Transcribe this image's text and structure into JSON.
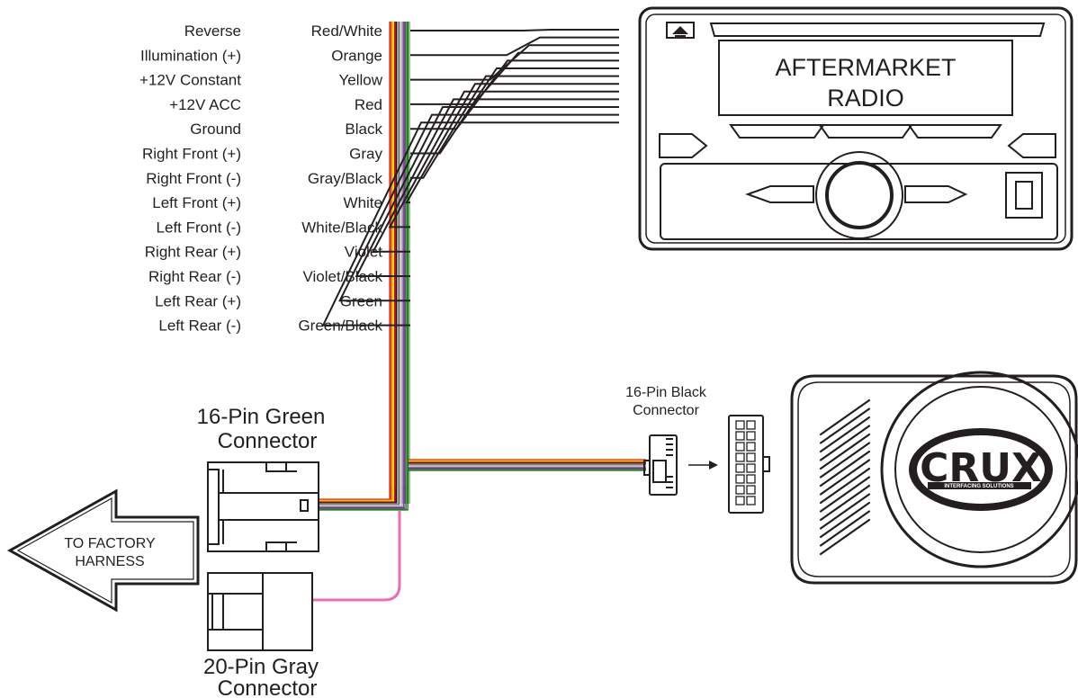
{
  "wires": [
    {
      "function": "Reverse",
      "color_name": "Red/White",
      "hex": "#d62828"
    },
    {
      "function": "Illumination (+)",
      "color_name": "Orange",
      "hex": "#f39200"
    },
    {
      "function": "+12V Constant",
      "color_name": "Yellow",
      "hex": "#f5e000"
    },
    {
      "function": "+12V ACC",
      "color_name": "Red",
      "hex": "#e30613"
    },
    {
      "function": "Ground",
      "color_name": "Black",
      "hex": "#1a1a1a"
    },
    {
      "function": "Right Front (+)",
      "color_name": "Gray",
      "hex": "#9d9d9c"
    },
    {
      "function": "Right Front (-)",
      "color_name": "Gray/Black",
      "hex": "#6f6f6e"
    },
    {
      "function": "Left Front (+)",
      "color_name": "White",
      "hex": "#dadada"
    },
    {
      "function": "Left Front (-)",
      "color_name": "White/Black",
      "hex": "#b0b0b0"
    },
    {
      "function": "Right Rear (+)",
      "color_name": "Violet",
      "hex": "#8e44ad"
    },
    {
      "function": "Right Rear (-)",
      "color_name": "Violet/Black",
      "hex": "#5e2a7a"
    },
    {
      "function": "Left Rear (+)",
      "color_name": "Green",
      "hex": "#3aa935"
    },
    {
      "function": "Left Rear (-)",
      "color_name": "Green/Black",
      "hex": "#1f6b1c"
    }
  ],
  "radio": {
    "line1": "AFTERMARKET",
    "line2": "RADIO"
  },
  "green_connector": {
    "line1": "16-Pin Green",
    "line2": "Connector"
  },
  "gray_connector": {
    "line1": "20-Pin Gray",
    "line2": "Connector"
  },
  "black_connector": {
    "line1": "16-Pin Black",
    "line2": "Connector"
  },
  "factory_arrow": {
    "line1": "TO FACTORY",
    "line2": "HARNESS"
  },
  "module": {
    "brand": "CRUX",
    "tagline": "INTERFACING SOLUTIONS"
  },
  "colors": {
    "pink_wire": "#e96fb5",
    "outline": "#231f20"
  }
}
